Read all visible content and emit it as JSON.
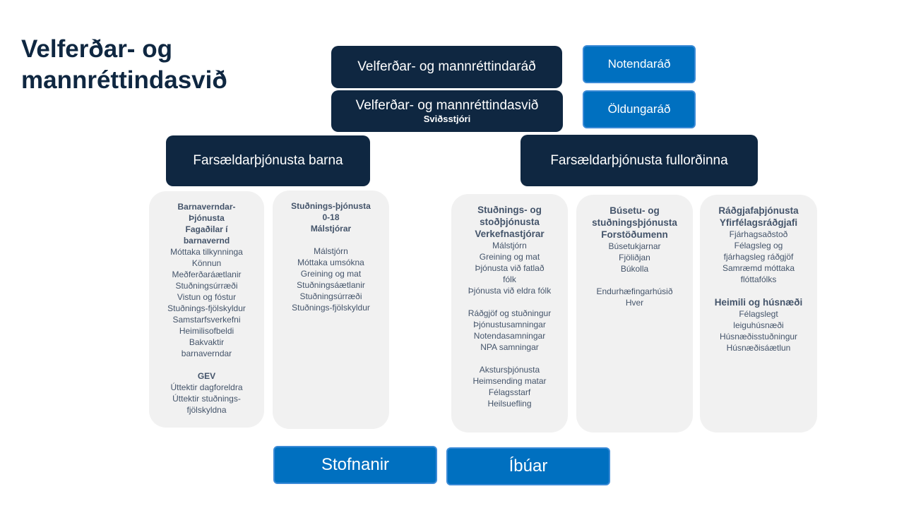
{
  "title": "Velferðar- og mannréttindasvið",
  "top": {
    "council": "Velferðar- og mannréttindaráð",
    "division": "Velferðar- og mannréttindasvið",
    "division_sub": "Sviðsstjóri",
    "users_council": "Notendaráð",
    "elders_council": "Öldungaráð"
  },
  "branches": {
    "children": "Farsældarþjónusta barna",
    "adults": "Farsældarþjónusta fullorðinna"
  },
  "cards": [
    {
      "lines": [
        {
          "t": "Barnaverndar-",
          "b": 1
        },
        {
          "t": "Þjónusta",
          "b": 1
        },
        {
          "t": "Fagaðilar í",
          "b": 1
        },
        {
          "t": "barnavernd",
          "b": 1
        },
        {
          "t": "Móttaka tilkynninga"
        },
        {
          "t": "Könnun"
        },
        {
          "t": "Meðferðaráætlanir"
        },
        {
          "t": "Stuðningsúrræði"
        },
        {
          "t": "Vistun og fóstur"
        },
        {
          "t": "Stuðnings-fjölskyldur"
        },
        {
          "t": "Samstarfsverkefni"
        },
        {
          "t": "Heimilisofbeldi"
        },
        {
          "t": "Bakvaktir"
        },
        {
          "t": "barnaverndar"
        },
        {
          "t": ""
        },
        {
          "t": "GEV",
          "b": 1
        },
        {
          "t": "Úttektir dagforeldra"
        },
        {
          "t": "Úttektir stuðnings-"
        },
        {
          "t": "fjölskyldna"
        }
      ]
    },
    {
      "lines": [
        {
          "t": "Stuðnings-þjónusta",
          "b": 1
        },
        {
          "t": "0-18",
          "b": 1
        },
        {
          "t": "Málstjórar",
          "b": 1
        },
        {
          "t": ""
        },
        {
          "t": "Málstjórn"
        },
        {
          "t": "Móttaka umsókna"
        },
        {
          "t": "Greining og mat"
        },
        {
          "t": "Stuðningsáætlanir"
        },
        {
          "t": "Stuðningsúrræði"
        },
        {
          "t": "Stuðnings-fjölskyldur"
        }
      ]
    },
    {
      "lines": [
        {
          "t": "Stuðnings- og",
          "b": 1
        },
        {
          "t": "stoðþjónusta",
          "b": 1
        },
        {
          "t": "Verkefnastjórar",
          "b": 1
        },
        {
          "t": "Málstjórn"
        },
        {
          "t": "Greining og mat"
        },
        {
          "t": "Þjónusta við fatlað"
        },
        {
          "t": "fólk"
        },
        {
          "t": "Þjónusta við eldra fólk"
        },
        {
          "t": ""
        },
        {
          "t": "Ráðgjöf og stuðningur"
        },
        {
          "t": "Þjónustusamningar"
        },
        {
          "t": "Notendasamningar"
        },
        {
          "t": "NPA samningar"
        },
        {
          "t": ""
        },
        {
          "t": "Akstursþjónusta"
        },
        {
          "t": "Heimsending matar"
        },
        {
          "t": "Félagsstarf"
        },
        {
          "t": "Heilsuefling"
        }
      ]
    },
    {
      "lines": [
        {
          "t": "Búsetu- og",
          "b": 1
        },
        {
          "t": "stuðningsþjónusta",
          "b": 1
        },
        {
          "t": "Forstöðumenn",
          "b": 1
        },
        {
          "t": "Búsetukjarnar"
        },
        {
          "t": "Fjöliðjan"
        },
        {
          "t": "Búkolla"
        },
        {
          "t": ""
        },
        {
          "t": "Endurhæfingarhúsið"
        },
        {
          "t": "Hver"
        }
      ]
    },
    {
      "lines": [
        {
          "t": "Ráðgjafaþjónusta",
          "b": 1
        },
        {
          "t": "Yfirfélagsráðgjafi",
          "b": 1
        },
        {
          "t": "Fjárhagsaðstoð"
        },
        {
          "t": "Félagsleg og"
        },
        {
          "t": "fjárhagsleg ráðgjöf"
        },
        {
          "t": "Samræmd móttaka"
        },
        {
          "t": "flóttafólks"
        },
        {
          "t": ""
        },
        {
          "t": "Heimili og húsnæði",
          "b": 1
        },
        {
          "t": "Félagslegt"
        },
        {
          "t": "leiguhúsnæði"
        },
        {
          "t": "Húsnæðisstuðningur"
        },
        {
          "t": "Húsnæðisáætlun"
        }
      ]
    }
  ],
  "bottom": {
    "institutions": "Stofnanir",
    "residents": "Íbúar"
  }
}
